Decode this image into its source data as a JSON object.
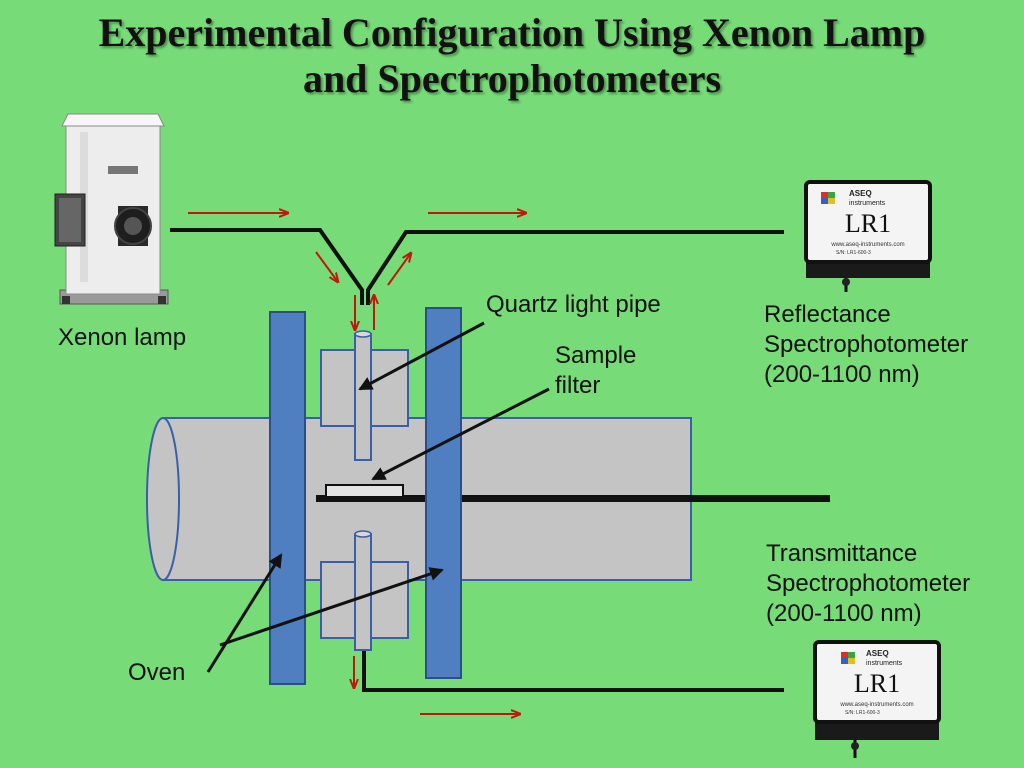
{
  "title": {
    "line1": "Experimental Configuration Using Xenon Lamp",
    "line2": "and Spectrophotometers"
  },
  "labels": {
    "xenon_lamp": "Xenon lamp",
    "quartz_light_pipe": "Quartz light pipe",
    "sample_filter_line1": "Sample",
    "sample_filter_line2": "filter",
    "oven": "Oven",
    "reflectance_line1": "Reflectance",
    "reflectance_line2": "Spectrophotometer",
    "reflectance_line3": "(200-1100 nm)",
    "transmittance_line1": "Transmittance",
    "transmittance_line2": "Spectrophotometer",
    "transmittance_line3": "(200-1100 nm)"
  },
  "devices": {
    "spectrometer_brand_line1": "ASEQ",
    "spectrometer_brand_line2": "instruments",
    "spectrometer_model": "LR1",
    "spectrometer_url": "www.aseq-instruments.com",
    "spectrometer_serial": "S/N: LR1-600-3"
  },
  "colors": {
    "background": "#77db77",
    "oven_blue": "#4f7fc0",
    "tube_gray": "#c4c4c4",
    "arrow_red": "#c0180c",
    "fiber_black": "#111111"
  }
}
